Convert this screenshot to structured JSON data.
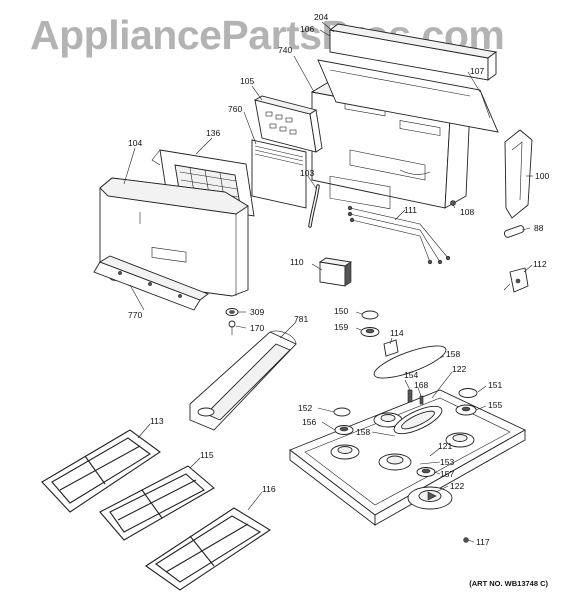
{
  "watermark": "AppliancePartsPros.com",
  "art_number": "(ART NO. WB13748 C)",
  "callouts": {
    "c204": "204",
    "c106": "106",
    "c740": "740",
    "c107": "107",
    "c105": "105",
    "c760": "760",
    "c104": "104",
    "c136": "136",
    "c100": "100",
    "c103": "103",
    "c111": "111",
    "c108": "108",
    "c88": "88",
    "c110": "110",
    "c112": "112",
    "c770": "770",
    "c309": "309",
    "c170": "170",
    "c781": "781",
    "c150": "150",
    "c159": "159",
    "c114": "114",
    "c158a": "158",
    "c154": "154",
    "c168": "168",
    "c122a": "122",
    "c151": "151",
    "c152": "152",
    "c155": "155",
    "c156": "156",
    "c158b": "158",
    "c121": "121",
    "c153": "153",
    "c157": "157",
    "c122b": "122",
    "c113": "113",
    "c115": "115",
    "c116": "116",
    "c117": "117"
  }
}
